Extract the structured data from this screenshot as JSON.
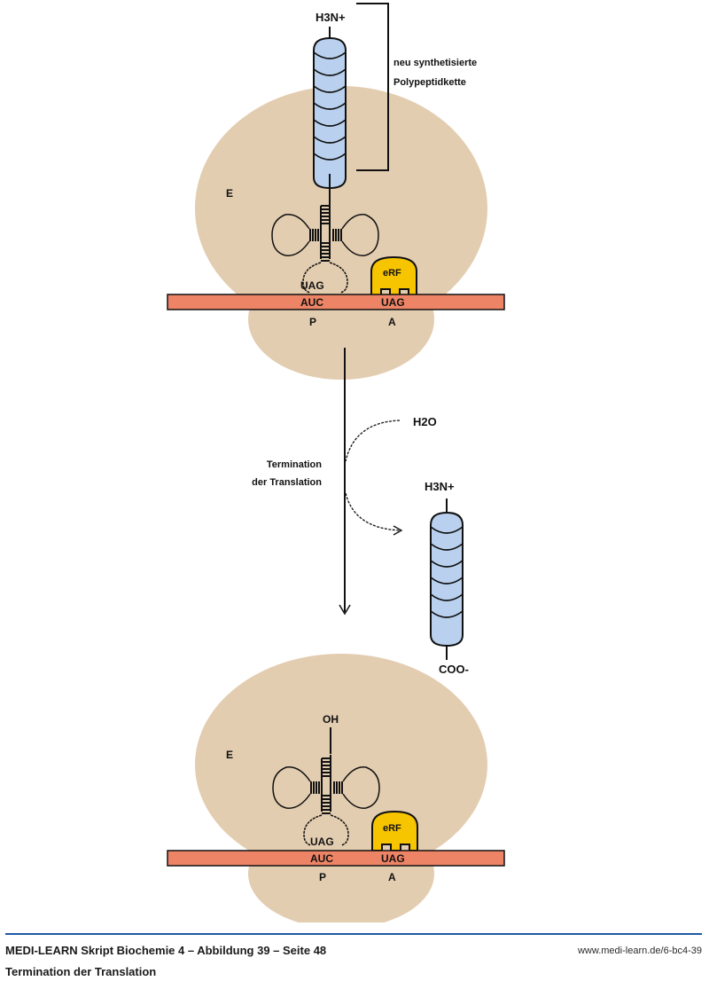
{
  "colors": {
    "ribosome": "#e3cdb0",
    "mrna": "#ee8466",
    "polypeptide": "#b9d1ee",
    "release_factor": "#f7c400",
    "outline": "#111111",
    "footer_rule": "#1f5aa6"
  },
  "top_complex": {
    "n_terminus_label": "H3N+",
    "bracket_label_line1": "neu synthetisierte",
    "bracket_label_line2": "Polypeptidkette",
    "e_site_label": "E",
    "anticodon": "UAG",
    "p_codon": "AUC",
    "a_codon": "UAG",
    "p_site_label": "P",
    "a_site_label": "A",
    "release_factor_label": "eRF",
    "polypeptide_units": 8
  },
  "transition": {
    "process_label_line1": "Termination",
    "process_label_line2": "der Translation",
    "water_label": "H2O"
  },
  "released_peptide": {
    "n_terminus_label": "H3N+",
    "c_terminus_label": "COO-",
    "units": 7
  },
  "bottom_complex": {
    "hydroxyl_label": "OH",
    "e_site_label": "E",
    "anticodon": "UAG",
    "p_codon": "AUC",
    "a_codon": "UAG",
    "p_site_label": "P",
    "a_site_label": "A",
    "release_factor_label": "eRF"
  },
  "footer": {
    "title": "MEDI-LEARN Skript Biochemie 4 – Abbildung 39 – Seite 48",
    "subtitle": "Termination der Translation",
    "url": "www.medi-learn.de/6-bc4-39"
  }
}
